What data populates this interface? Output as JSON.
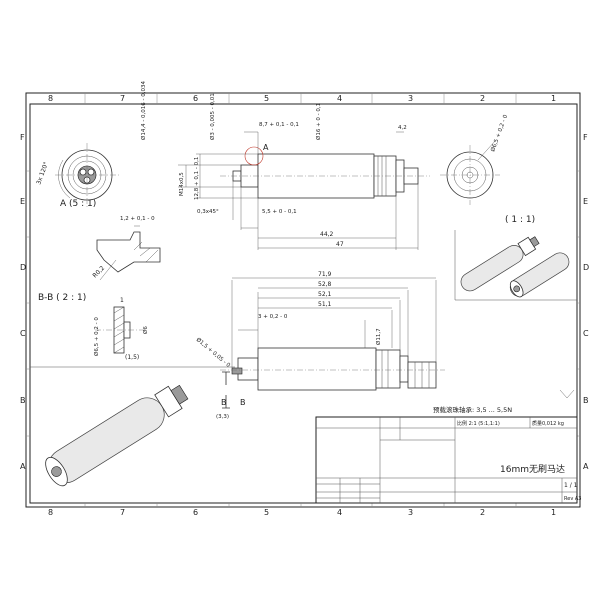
{
  "grid": {
    "columns": [
      "8",
      "7",
      "6",
      "5",
      "4",
      "3",
      "2",
      "1"
    ],
    "rows": [
      "F",
      "E",
      "D",
      "C",
      "B",
      "A"
    ]
  },
  "labels": {
    "detail_a": "A (5 : 1)",
    "section_bb": "B-B ( 2 : 1)",
    "iso_scale": "( 1 : 1)",
    "callout_a": "A",
    "section_b1": "B",
    "section_b2": "B",
    "angle": "3x 120°",
    "radius": "R0,2"
  },
  "dims": {
    "d14": "Ø14,4 - 0,016 - 0,034",
    "d3": "Ø3 - 0,005 - 0,01",
    "d_87": "8,7 + 0,1 - 0,1",
    "d16": "Ø16 + 0 - 0,1",
    "d_42": "4,2",
    "d65": "Ø6,5 + 0,2 - 0",
    "m14": "M14x0,5",
    "d128": "12,8 + 0,1 - 0,1",
    "chamfer": "0,3x45°",
    "d55": "5,5 + 0 - 0,1",
    "d442": "44,2",
    "d47": "47",
    "d12": "1,2 + 0,1 - 0",
    "d719": "71,9",
    "d528": "52,8",
    "d521": "52,1",
    "d511": "51,1",
    "d15": "Ø1,5 + 0,05 - 0",
    "d3b": "3 + 0,2 - 0",
    "d117": "Ø11,7",
    "d1": "1",
    "d65b": "Ø6,5 + 0,2 - 0",
    "d6": "Ø6",
    "d15p": "(1,5)",
    "d33": "(3,3)"
  },
  "title_block": {
    "note": "预载滚珠轴承: 3,5 ... 5,5N",
    "scale": "比例 2:1 (5:1,1:1)",
    "weight": "质量0,012 kg",
    "title": "16mm无刷马达",
    "sheet": "1 / 1",
    "size": "Rev A3"
  }
}
